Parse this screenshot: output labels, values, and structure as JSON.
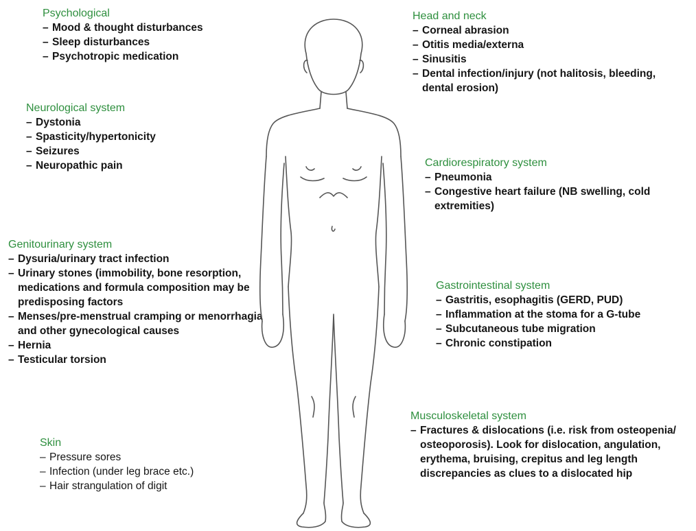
{
  "accent_color": "#2e8f3e",
  "groups": {
    "psychological": {
      "title": "Psychological",
      "items": [
        "Mood & thought disturbances",
        "Sleep disturbances",
        "Psychotropic medication"
      ]
    },
    "neurological": {
      "title": "Neurological system",
      "items": [
        "Dystonia",
        "Spasticity/hypertonicity",
        "Seizures",
        "Neuropathic pain"
      ]
    },
    "genitourinary": {
      "title": "Genitourinary system",
      "items": [
        "Dysuria/urinary tract infection",
        "Urinary stones (immobility, bone resorption, medications and formula composition may be predisposing factors",
        "Menses/pre-menstrual cramping or menorrhagia and other gynecological causes",
        "Hernia",
        "Testicular torsion"
      ]
    },
    "skin": {
      "title": "Skin",
      "items": [
        "Pressure sores",
        "Infection (under leg brace etc.)",
        "Hair strangulation of digit"
      ]
    },
    "head_neck": {
      "title": "Head and neck",
      "items": [
        "Corneal abrasion",
        "Otitis media/externa",
        "Sinusitis",
        "Dental infection/injury (not halitosis, bleeding, dental erosion)"
      ]
    },
    "cardiorespiratory": {
      "title": "Cardiorespiratory system",
      "items": [
        "Pneumonia",
        "Congestive heart failure (NB swelling, cold extremities)"
      ]
    },
    "gastrointestinal": {
      "title": "Gastrointestinal system",
      "items": [
        "Gastritis, esophagitis (GERD, PUD)",
        "Inflammation at the stoma for a G-tube",
        "Subcutaneous tube migration",
        "Chronic constipation"
      ]
    },
    "musculoskeletal": {
      "title": "Musculoskeletal system",
      "items": [
        "Fractures & dislocations (i.e. risk from osteopenia/ osteoporosis). Look for dislocation, angulation, erythema, bruising, crepitus and leg length discrepancies as clues to a dislocated hip"
      ]
    }
  }
}
